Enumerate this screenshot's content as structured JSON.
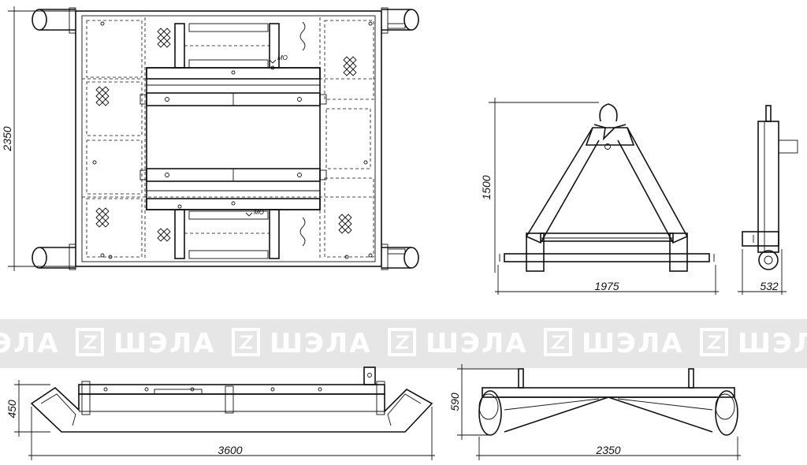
{
  "watermark": {
    "text": "ШЭЛА",
    "band_color": "#e6e6e6",
    "tile_count": 6
  },
  "views": {
    "top_view": {
      "height_dim": "2350",
      "annotation_upper": "МО",
      "annotation_lower": "МО"
    },
    "front_view": {
      "height_dim": "1500",
      "width_dim": "1975"
    },
    "side_view": {
      "width_dim": "532"
    },
    "long_side_view": {
      "height_dim": "450",
      "length_dim": "3600"
    },
    "end_view": {
      "height_dim": "590",
      "width_dim": "2350"
    }
  },
  "colors": {
    "line": "#111111",
    "background": "#ffffff"
  }
}
